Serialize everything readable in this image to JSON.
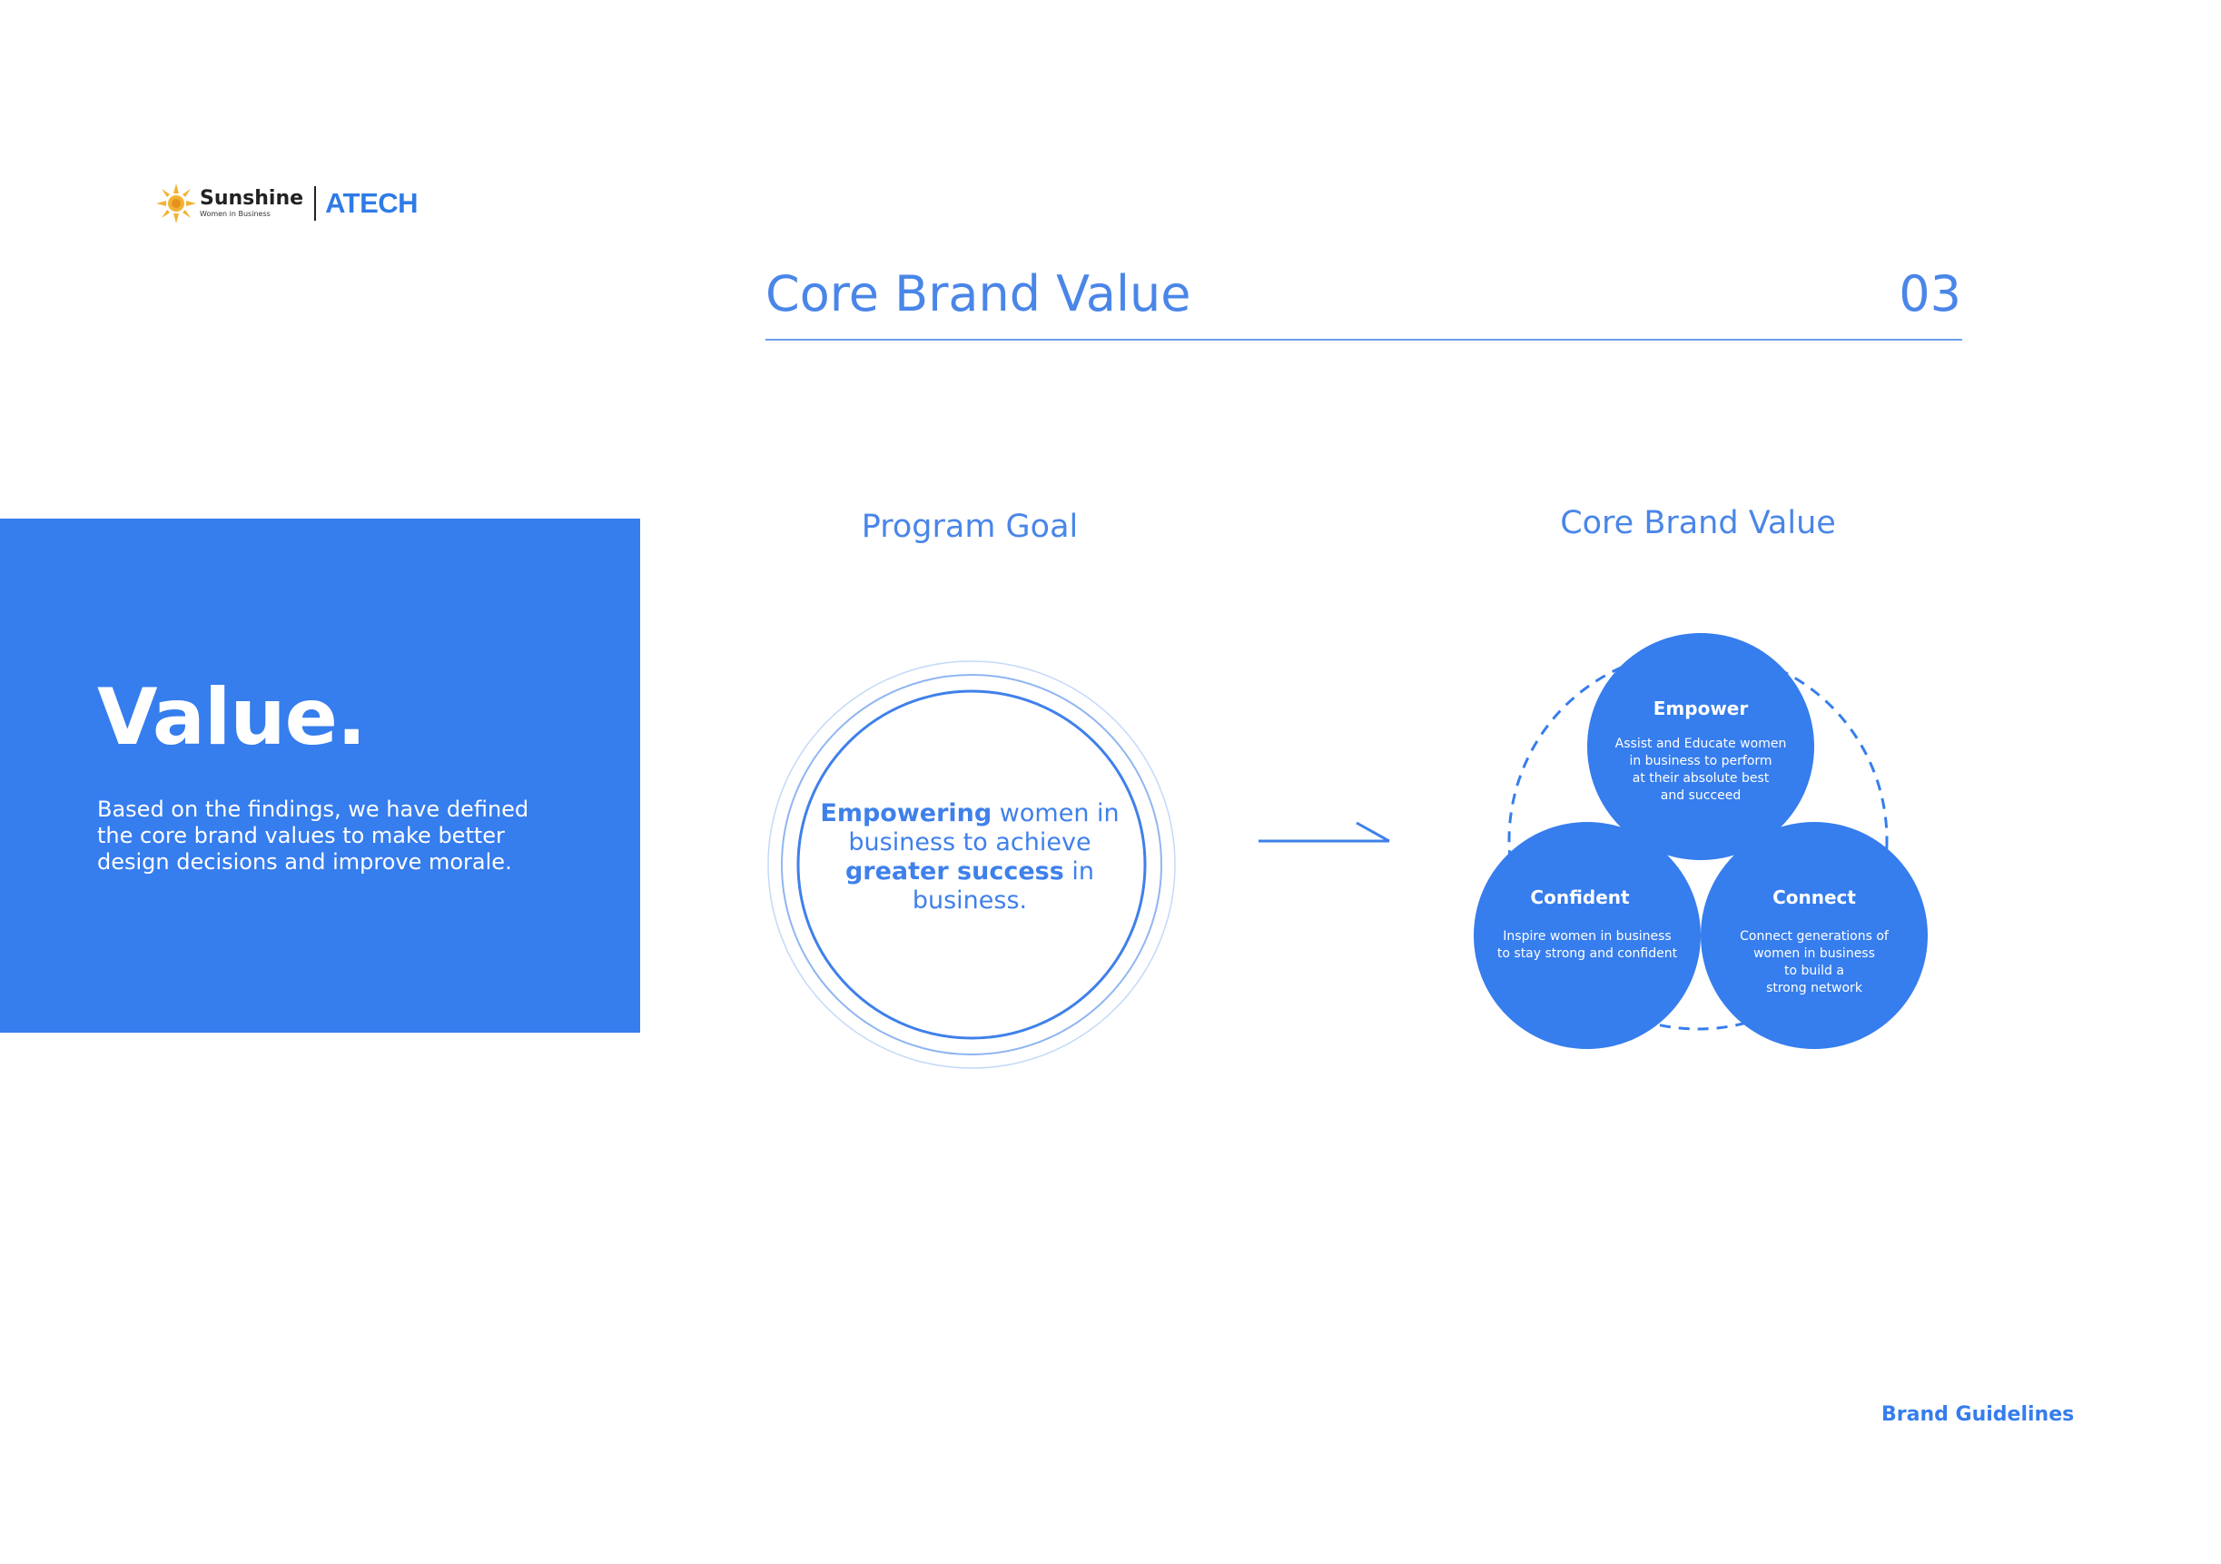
{
  "logo": {
    "brand_name": "Sunshine",
    "brand_tagline": "Women in Business",
    "partner_name": "ATECH"
  },
  "header": {
    "title": "Core Brand Value",
    "page_number": "03"
  },
  "panel": {
    "heading": "Value.",
    "body": "Based on the findings, we have defined the core brand values to make better design decisions and improve morale."
  },
  "program_goal": {
    "heading": "Program Goal",
    "text_1_bold": "Empowering",
    "text_2": " women in business to achieve ",
    "text_3_bold": "greater success",
    "text_4": " in business."
  },
  "core_value": {
    "heading": "Core Brand Value",
    "items": [
      {
        "title": "Empower",
        "description": "Assist and Educate women\nin business to perform\nat their absolute best\nand succeed"
      },
      {
        "title": "Confident",
        "description": "Inspire women in business\nto stay strong and confident"
      },
      {
        "title": "Connect",
        "description": "Connect generations of\nwomen in business\nto build a\nstrong network"
      }
    ]
  },
  "footer": {
    "label": "Brand Guidelines"
  },
  "colors": {
    "accent": "#367ded",
    "heading": "#4a86e8",
    "ring": "#3f80ea"
  }
}
